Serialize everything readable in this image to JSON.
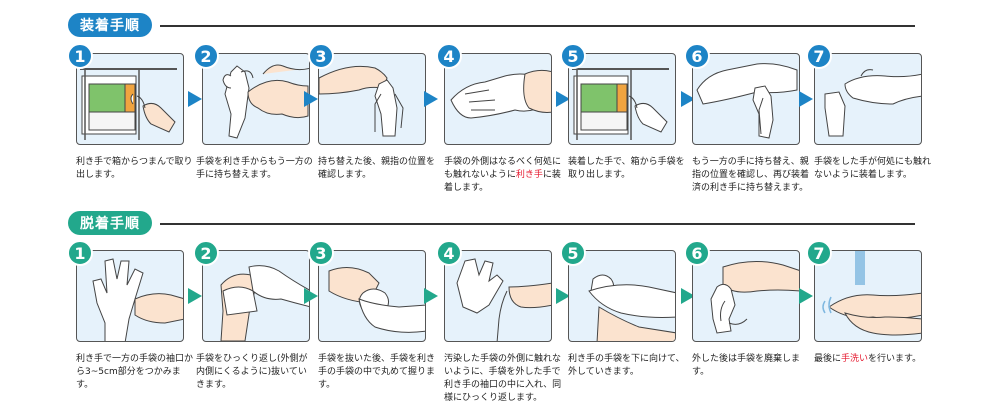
{
  "colors": {
    "donning": "#1d84c6",
    "doffing": "#22a88c",
    "highlight": "#e5192f"
  },
  "donning": {
    "title": "装着手順",
    "steps": [
      {
        "num": "1",
        "text": "利き手で箱からつまんで取り出します。"
      },
      {
        "num": "2",
        "text": "手袋を利き手からもう一方の手に持ち替えます。"
      },
      {
        "num": "3",
        "text": "持ち替えた後、親指の位置を確認します。"
      },
      {
        "num": "4",
        "text_before": "手袋の外側はなるべく何処にも触れないように",
        "highlight": "利き手",
        "text_after": "に装着します。"
      },
      {
        "num": "5",
        "text": "装着した手で、箱から手袋を取り出します。"
      },
      {
        "num": "6",
        "text": "もう一方の手に持ち替え、親指の位置を確認し、再び装着済の利き手に持ち替えます。"
      },
      {
        "num": "7",
        "text": "手袋をした手が何処にも触れないように装着します。"
      }
    ]
  },
  "doffing": {
    "title": "脱着手順",
    "steps": [
      {
        "num": "1",
        "text": "利き手で一方の手袋の袖口から3~5cm部分をつかみます。"
      },
      {
        "num": "2",
        "text": "手袋をひっくり返し(外側が内側にくるように)抜いていきます。"
      },
      {
        "num": "3",
        "text": "手袋を抜いた後、手袋を利き手の手袋の中で丸めて握ります。"
      },
      {
        "num": "4",
        "text": "汚染した手袋の外側に触れないように、手袋を外した手で利き手の袖口の中に入れ、同様にひっくり返します。"
      },
      {
        "num": "5",
        "text": "利き手の手袋を下に向けて、外していきます。"
      },
      {
        "num": "6",
        "text": "外した後は手袋を廃棄します。"
      },
      {
        "num": "7",
        "text_before": "最後に",
        "highlight": "手洗い",
        "text_after": "を行います。"
      }
    ]
  }
}
